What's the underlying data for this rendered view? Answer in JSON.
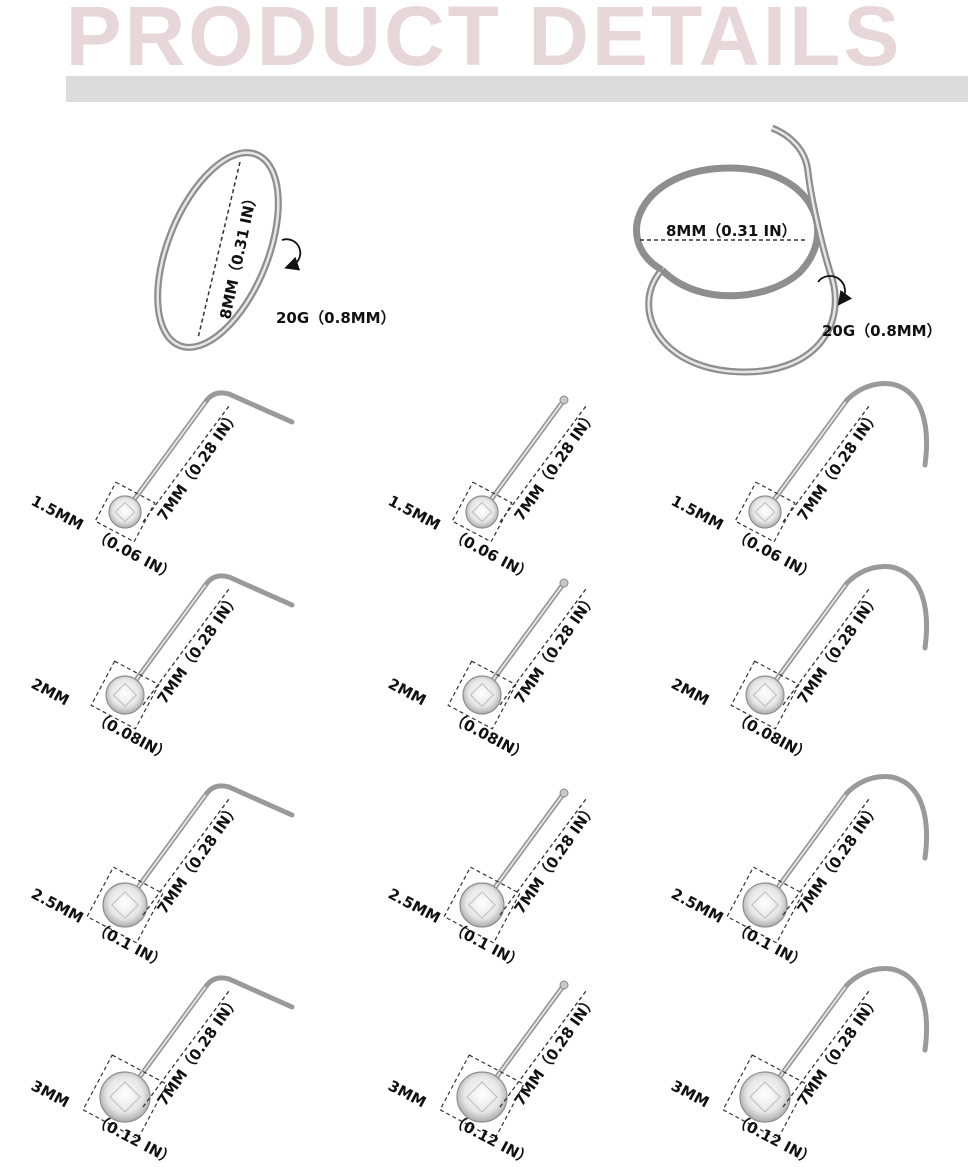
{
  "title": "PRODUCT DETAILS",
  "colors": {
    "title": "#e8d7d9",
    "bar": "#dcdcdc",
    "metal": "#9a9a9a",
    "dash": "#333333"
  },
  "rings": [
    {
      "size": "8MM（0.31 IN）",
      "gauge": "20G（0.8MM）"
    },
    {
      "size": "8MM（0.31 IN）",
      "gauge": "20G（0.8MM）"
    }
  ],
  "studs": {
    "length": "7MM（0.28 IN）",
    "rows": [
      {
        "gem": "1.5MM",
        "inch": "（0.06 IN）"
      },
      {
        "gem": "2MM",
        "inch": "（0.08IN）"
      },
      {
        "gem": "2.5MM",
        "inch": "（0.1 IN）"
      },
      {
        "gem": "3MM",
        "inch": "（0.12 IN）"
      }
    ],
    "types": [
      "l-shape",
      "straight",
      "screw"
    ]
  }
}
